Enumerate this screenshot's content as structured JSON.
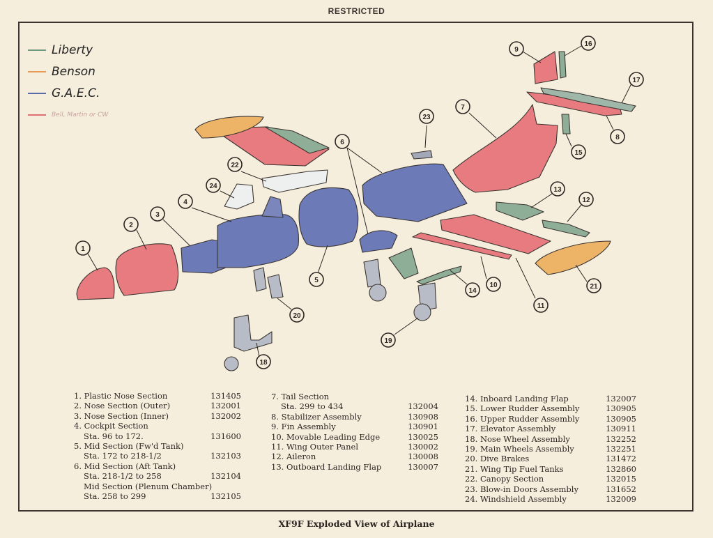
{
  "header": {
    "stamp": "RESTRICTED"
  },
  "legend": [
    {
      "label": "Liberty",
      "color": "#6f9a82"
    },
    {
      "label": "Benson",
      "color": "#e79a56"
    },
    {
      "label": "G.A.E.C.",
      "color": "#5a6ca8"
    },
    {
      "label": "Bell, Martin or CW",
      "color": "#e06f72"
    }
  ],
  "callouts": [
    "1",
    "2",
    "3",
    "4",
    "5",
    "6",
    "7",
    "8",
    "9",
    "10",
    "11",
    "12",
    "13",
    "14",
    "15",
    "16",
    "17",
    "18",
    "19",
    "20",
    "21",
    "22",
    "23",
    "24"
  ],
  "parts_list": {
    "col1": [
      {
        "name": "1. Plastic Nose Section",
        "number": "131405"
      },
      {
        "name": "2. Nose Section (Outer)",
        "number": "132001"
      },
      {
        "name": "3. Nose Section (Inner)",
        "number": "132002"
      },
      {
        "name": "4. Cockpit Section",
        "number": ""
      },
      {
        "name": "Sta. 96 to 172.",
        "number": "131600",
        "sub": true
      },
      {
        "name": "5. Mid Section (Fw'd Tank)",
        "number": ""
      },
      {
        "name": "Sta. 172 to 218-1/2",
        "number": "132103",
        "sub": true
      },
      {
        "name": "6. Mid Section (Aft Tank)",
        "number": ""
      },
      {
        "name": "Sta. 218-1/2 to 258",
        "number": "132104",
        "sub": true
      },
      {
        "name": "Mid Section (Plenum Chamber)",
        "number": "",
        "sub": true
      },
      {
        "name": "Sta. 258 to 299",
        "number": "132105",
        "sub": true
      }
    ],
    "col2": [
      {
        "name": "7. Tail Section",
        "number": ""
      },
      {
        "name": "Sta. 299 to 434",
        "number": "132004",
        "sub": true
      },
      {
        "name": "8. Stabilizer Assembly",
        "number": "130908"
      },
      {
        "name": "9. Fin Assembly",
        "number": "130901"
      },
      {
        "name": "10. Movable Leading Edge",
        "number": "130025"
      },
      {
        "name": "11. Wing Outer Panel",
        "number": "130002"
      },
      {
        "name": "12. Aileron",
        "number": "130008"
      },
      {
        "name": "13. Outboard Landing Flap",
        "number": "130007"
      }
    ],
    "col3": [
      {
        "name": "14. Inboard Landing Flap",
        "number": "132007"
      },
      {
        "name": "15. Lower Rudder Assembly",
        "number": "130905"
      },
      {
        "name": "16. Upper Rudder Assembly",
        "number": "130905"
      },
      {
        "name": "17. Elevator Assembly",
        "number": "130911"
      },
      {
        "name": "18. Nose Wheel Assembly",
        "number": "132252"
      },
      {
        "name": "19. Main Wheels Assembly",
        "number": "132251"
      },
      {
        "name": "20. Dive Brakes",
        "number": "131472"
      },
      {
        "name": "21. Wing Tip Fuel Tanks",
        "number": "132860"
      },
      {
        "name": "22. Canopy Section",
        "number": "132015"
      },
      {
        "name": "23. Blow-in Doors Assembly",
        "number": "131652"
      },
      {
        "name": "24. Windshield Assembly",
        "number": "132009"
      }
    ]
  },
  "footer": {
    "caption": "XF9F Exploded View of Airplane"
  }
}
